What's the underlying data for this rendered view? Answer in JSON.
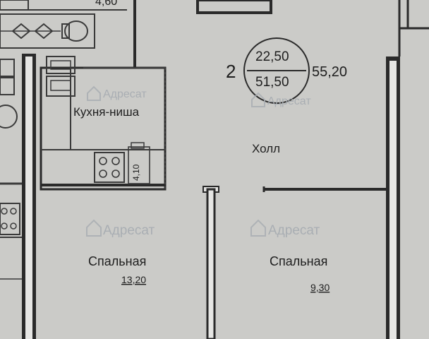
{
  "unit": {
    "rooms_count": "2",
    "living_area": "22,50",
    "total_area_inner": "51,50",
    "total_area": "55,20"
  },
  "rooms": {
    "kitchen": {
      "label": "Кухня-ниша",
      "area": "4,10"
    },
    "hall": {
      "label": "Холл"
    },
    "bedroom_left": {
      "label": "Спальная",
      "area": "13,20"
    },
    "bedroom_right": {
      "label": "Спальная",
      "area": "9,30"
    },
    "top_partial": {
      "area": "4,60"
    }
  },
  "watermark": {
    "text": "Адресат"
  },
  "colors": {
    "background": "#c9c9c6",
    "wall": "#2a2a2a",
    "line": "#3a3a3a",
    "watermark": "#a9aeb3"
  }
}
